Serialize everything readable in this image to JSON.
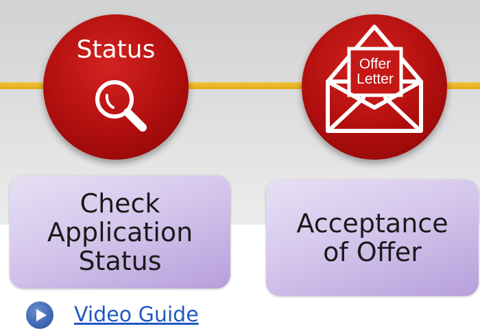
{
  "steps": [
    {
      "icon_title": "Status",
      "icon": "magnifier-icon",
      "card_lines": [
        "Check",
        "Application",
        "Status"
      ]
    },
    {
      "icon_title_lines": [
        "Offer",
        "Letter"
      ],
      "icon": "envelope-letter-icon",
      "card_lines": [
        "Acceptance",
        "of Offer"
      ]
    }
  ],
  "video_guide": {
    "label": "Video Guide",
    "icon": "play-icon"
  },
  "colors": {
    "connector": "#e8b424",
    "circle": "#b3100f",
    "card": "#d5c7ec",
    "link": "#1f57c3"
  }
}
